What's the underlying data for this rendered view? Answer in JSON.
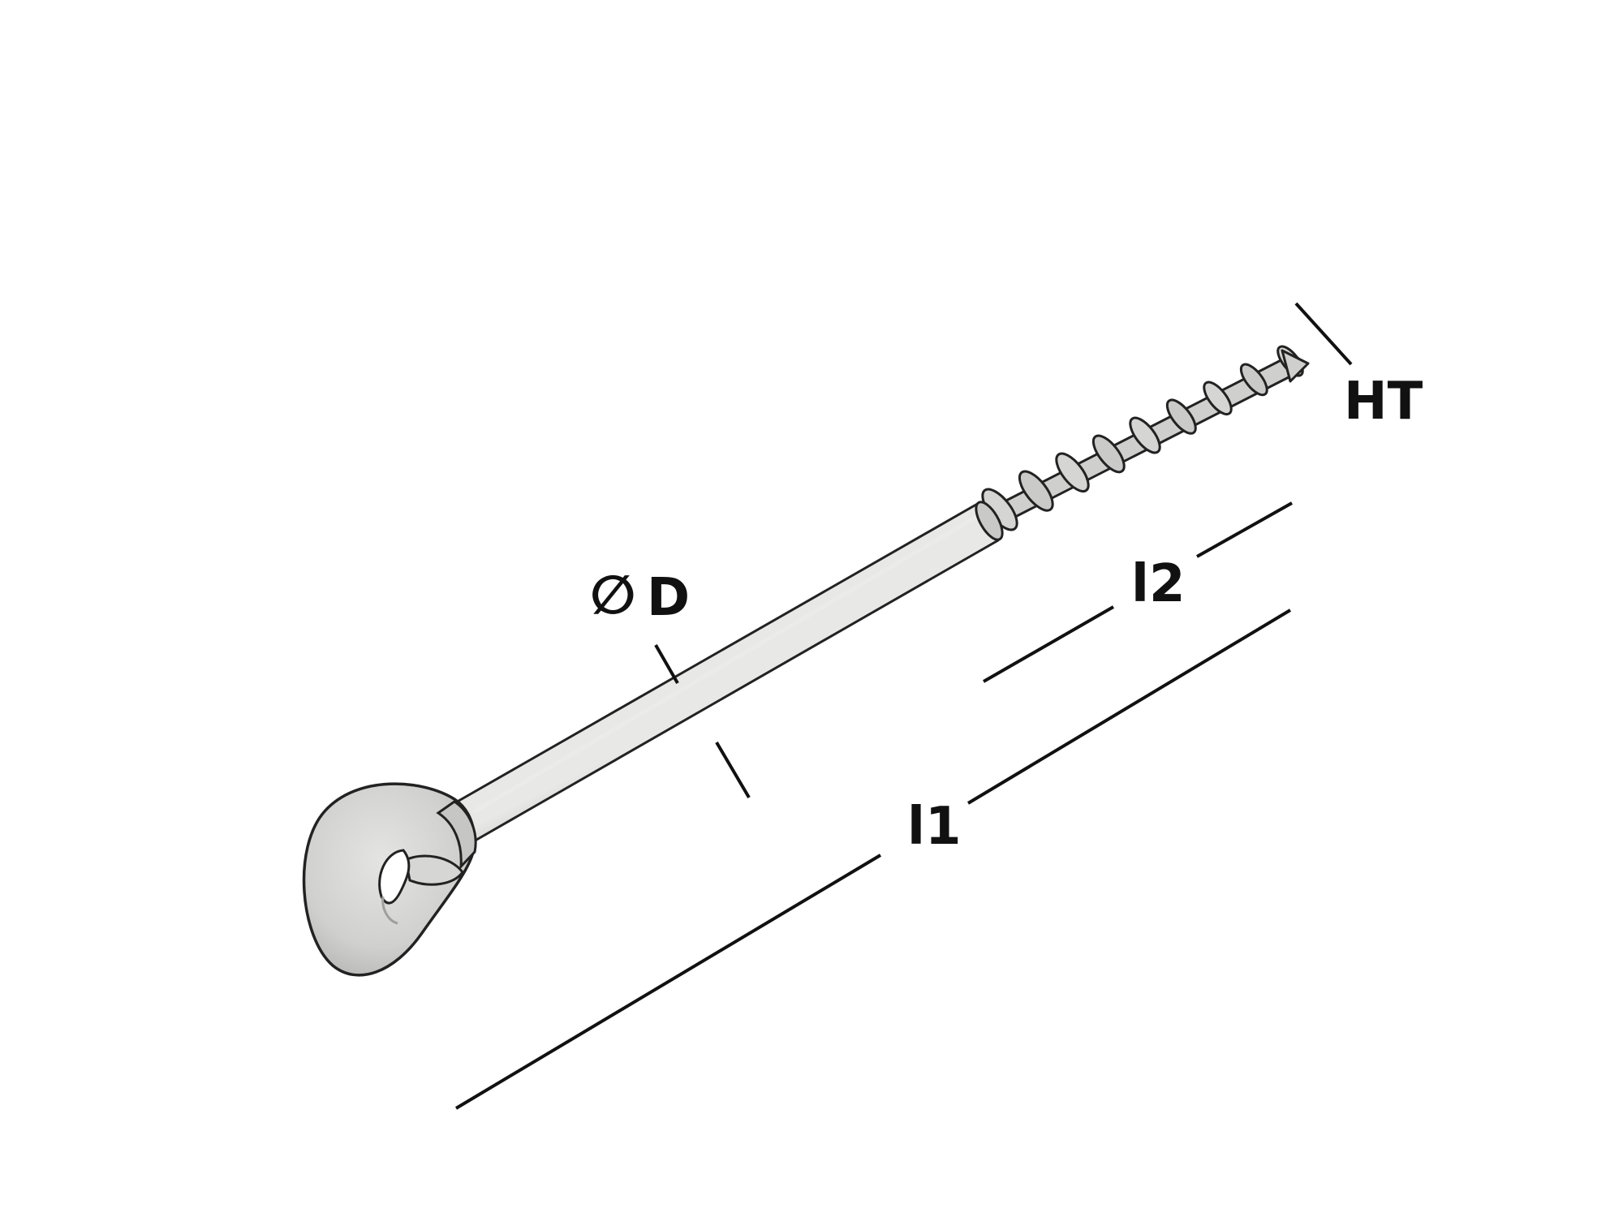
{
  "labels": {
    "diameter_symbol": "∅",
    "diameter": "D",
    "thread": "HT",
    "total_length": "l1",
    "thread_length": "l2"
  },
  "colors": {
    "part_fill": "#d2d2d1",
    "part_shadow": "#bdbdbc",
    "part_highlight": "#e6e6e5",
    "outline": "#222222",
    "dimension": "#111111",
    "background": "#ffffff"
  }
}
